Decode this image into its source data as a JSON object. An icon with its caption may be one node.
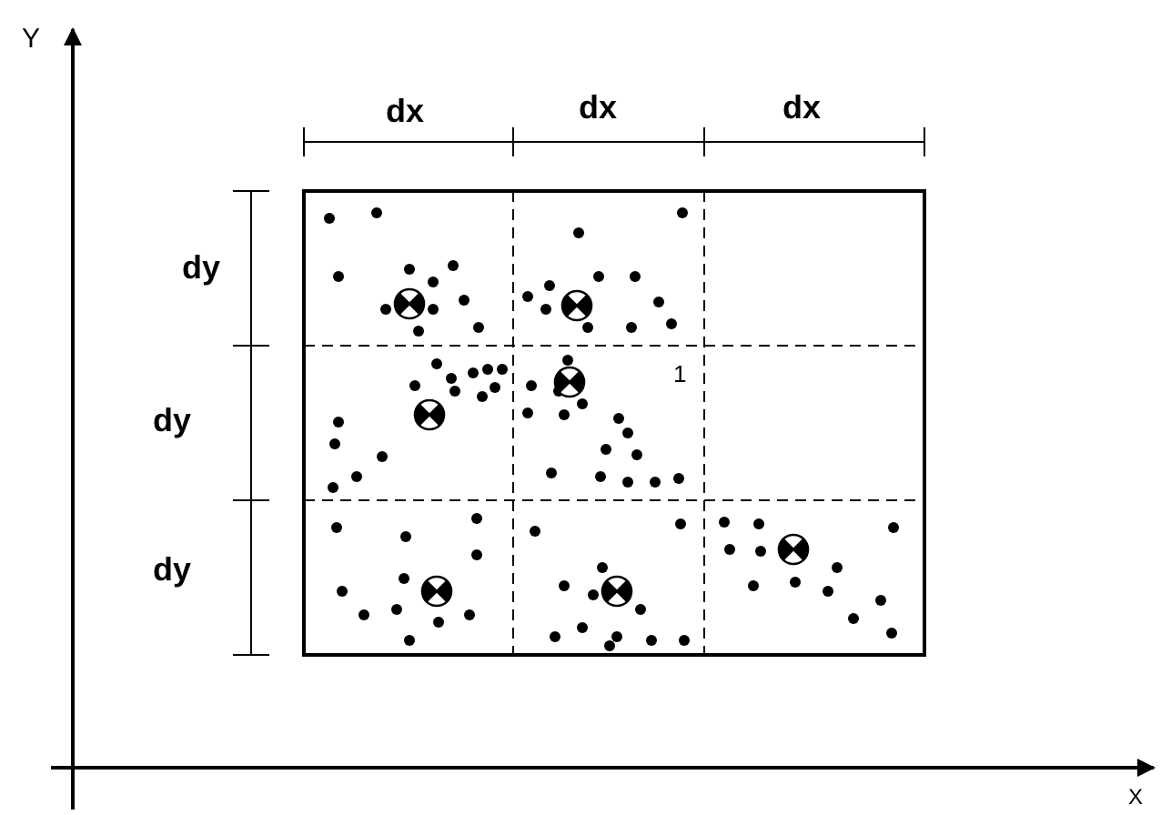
{
  "diagram": {
    "labels": [
      "Y",
      "dx",
      "dx",
      "dx",
      "dy",
      "dy",
      "dy",
      "1",
      "X"
    ]
  }
}
